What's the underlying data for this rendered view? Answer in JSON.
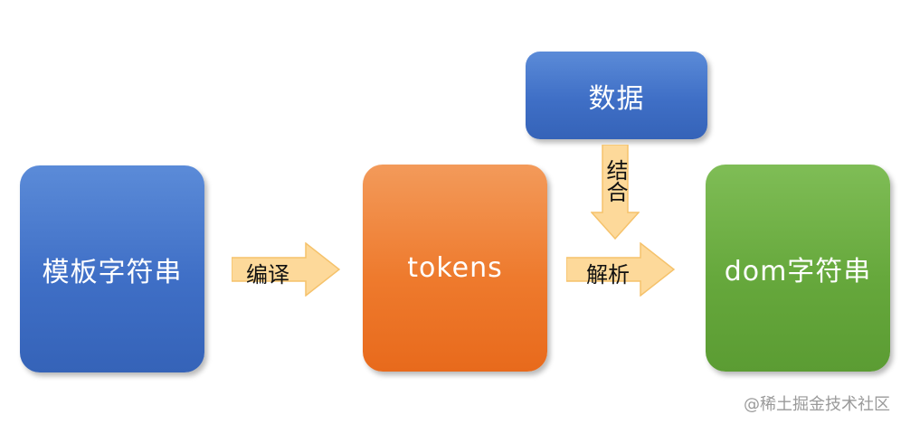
{
  "nodes": {
    "template_string": "模板字符串",
    "tokens": "tokens",
    "data": "数据",
    "dom_string": "dom字符串"
  },
  "edges": {
    "compile": "编译",
    "parse": "解析",
    "combine": "结合"
  },
  "watermark": "@稀土掘金技术社区",
  "colors": {
    "blue": "#3f6fc6",
    "orange": "#ee7a2d",
    "green": "#66a83c",
    "arrow_fill": "#fdd99a",
    "arrow_stroke": "#f5c26b"
  }
}
